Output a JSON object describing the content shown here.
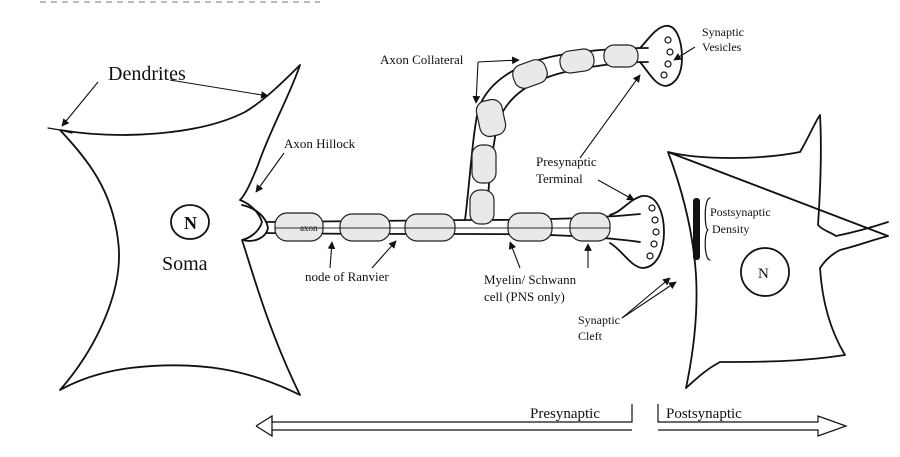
{
  "labels": {
    "dendrites": "Dendrites",
    "axon_hillock": "Axon Hillock",
    "nucleus": "N",
    "soma": "Soma",
    "axon": "axon",
    "node_of_ranvier": "node of Ranvier",
    "axon_collateral": "Axon Collateral",
    "synaptic_vesicles_1": "Synaptic",
    "synaptic_vesicles_2": "Vesicles",
    "presynaptic_terminal_1": "Presynaptic",
    "presynaptic_terminal_2": "Terminal",
    "myelin_1": "Myelin/ Schwann",
    "myelin_2": "cell (PNS only)",
    "synaptic_cleft_1": "Synaptic",
    "synaptic_cleft_2": "Cleft",
    "postsynaptic_density_1": "Postsynaptic",
    "postsynaptic_density_2": "Density",
    "post_nucleus": "N",
    "presynaptic": "Presynaptic",
    "postsynaptic": "Postsynaptic"
  }
}
